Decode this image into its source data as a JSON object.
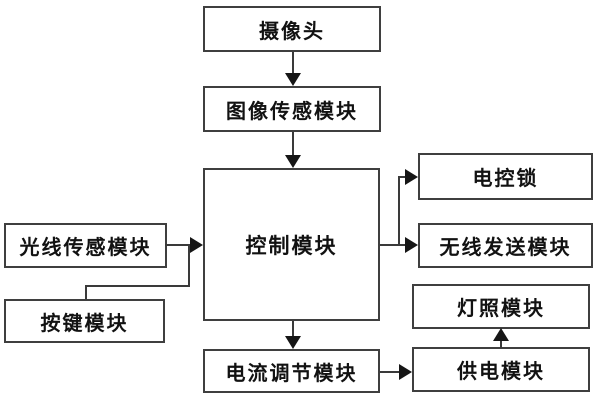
{
  "diagram": {
    "type": "block-diagram",
    "language": "zh",
    "colors": {
      "background": "#ffffff",
      "box_fill": "#ffffff",
      "box_border": "#3f3f3f",
      "line": "#3a3a3a",
      "arrowhead": "#161616",
      "text": "#121212"
    },
    "nodes": [
      {
        "id": "camera",
        "label": "摄像头"
      },
      {
        "id": "image-sensor",
        "label": "图像传感模块"
      },
      {
        "id": "control",
        "label": "控制模块"
      },
      {
        "id": "light-sensor",
        "label": "光线传感模块"
      },
      {
        "id": "key-module",
        "label": "按键模块"
      },
      {
        "id": "electric-lock",
        "label": "电控锁"
      },
      {
        "id": "wireless-send",
        "label": "无线发送模块"
      },
      {
        "id": "lamp",
        "label": "灯照模块"
      },
      {
        "id": "power-supply",
        "label": "供电模块"
      },
      {
        "id": "current-adjust",
        "label": "电流调节模块"
      }
    ],
    "edges": [
      {
        "from": "camera",
        "to": "image-sensor",
        "arrow": "down"
      },
      {
        "from": "image-sensor",
        "to": "control",
        "arrow": "down"
      },
      {
        "from": "light-sensor",
        "to": "control",
        "arrow": "right"
      },
      {
        "from": "key-module",
        "to": "control",
        "arrow": "right",
        "note": "joins light-sensor arrow line"
      },
      {
        "from": "control",
        "to": "electric-lock",
        "arrow": "right"
      },
      {
        "from": "control",
        "to": "wireless-send",
        "arrow": "right"
      },
      {
        "from": "control",
        "to": "current-adjust",
        "arrow": "down"
      },
      {
        "from": "current-adjust",
        "to": "power-supply",
        "arrow": "right"
      },
      {
        "from": "power-supply",
        "to": "lamp",
        "arrow": "up"
      }
    ]
  }
}
